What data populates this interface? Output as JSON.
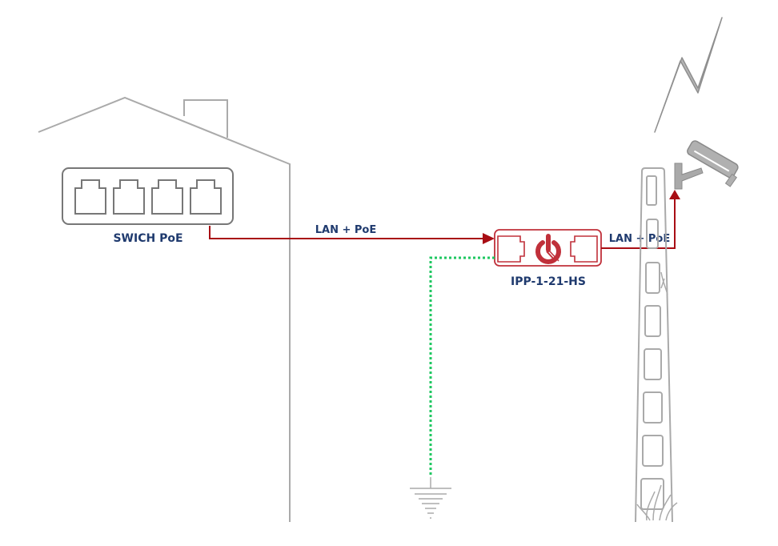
{
  "labels": {
    "switch": "SWICH PoE",
    "link_left": "LAN + PoE",
    "link_right": "LAN + PoE",
    "device": "IPP-1-21-HS"
  },
  "colors": {
    "outline_gray": "#9a9a9a",
    "cable_red": "#a80d14",
    "ground_green": "#1ec760",
    "device_red": "#c0303a",
    "label_navy": "#1f3a6e",
    "camera_gray": "#a9a9a9"
  },
  "icons": {
    "lightning": "lightning-icon",
    "camera": "security-camera-icon",
    "ground": "ground-symbol-icon",
    "device_logo": "surge-protector-logo-icon"
  }
}
